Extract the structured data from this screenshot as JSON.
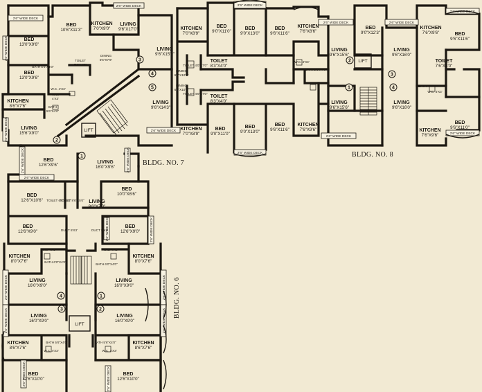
{
  "colors": {
    "background": "#f2ead3",
    "ink": "#1c1812",
    "deck": "#f7f2e2"
  },
  "buildings": {
    "b7": "BLDG. NO. 7",
    "b8": "BLDG. NO. 8",
    "b6": "BLDG. NO. 6"
  },
  "deck_label": "2'6\" WIDE DECK",
  "lift_label": "LIFT",
  "rooms": [
    {
      "name": "BED",
      "dim": "10'6\"X11'3\""
    },
    {
      "name": "KITCHEN",
      "dim": "7'0\"X9'0\""
    },
    {
      "name": "LIVING",
      "dim": "9'6\"X17'0\""
    },
    {
      "name": "BED",
      "dim": "13'0\"X9'6\""
    },
    {
      "name": "TOILET",
      "dim": "7'0\"X4'0\""
    },
    {
      "name": "DINING",
      "dim": "5'6\"X7'6\""
    },
    {
      "name": "BED",
      "dim": "13'0\"X9'6\""
    },
    {
      "name": "W.C.",
      "dim": "4'X3'"
    },
    {
      "name": "KITCHEN",
      "dim": "8'6\"X7'6\""
    },
    {
      "name": "BATH",
      "dim": "5'6\"X4'0\""
    },
    {
      "name": "LIVING",
      "dim": "15'6\"X9'0\""
    },
    {
      "name": "LIVING",
      "dim": "9'6\"X15'0\""
    },
    {
      "name": "DINING",
      "dim": "6'0\"X10'6\""
    },
    {
      "name": "DINING",
      "dim": "6'0\"X10'6\""
    },
    {
      "name": "LIVING",
      "dim": "9'6\"X14'3\""
    },
    {
      "name": "KITCHEN",
      "dim": "7'0\"X8'9\""
    },
    {
      "name": "BED",
      "dim": "9'0\"X11'0\""
    },
    {
      "name": "BED",
      "dim": "9'0\"X13'0\""
    },
    {
      "name": "BED",
      "dim": "9'6\"X11'6\""
    },
    {
      "name": "KITCHEN",
      "dim": "7'6\"X8'6\""
    },
    {
      "name": "TOILET",
      "dim": "8'3\"X4'0\""
    },
    {
      "name": "TOILET",
      "dim": "8'3\"X4'0\""
    },
    {
      "name": "KITCHEN",
      "dim": "7'0\"X8'9\""
    },
    {
      "name": "BED",
      "dim": "9'0\"X11'0\""
    },
    {
      "name": "BED",
      "dim": "9'0\"X13'0\""
    },
    {
      "name": "BED",
      "dim": "9'6\"X11'6\""
    },
    {
      "name": "KITCHEN",
      "dim": "7'6\"X9'6\""
    },
    {
      "name": "BED",
      "dim": "9'0\"X12'3\""
    },
    {
      "name": "LIVING",
      "dim": "9'6\"X15'6\""
    },
    {
      "name": "LIVING",
      "dim": "9'6\"X15'6\""
    },
    {
      "name": "KITCHEN",
      "dim": "7'6\"X9'6\""
    },
    {
      "name": "BED",
      "dim": "9'6\"X11'6\""
    },
    {
      "name": "LIVING",
      "dim": "9'6\"X16'0\""
    },
    {
      "name": "TOILET",
      "dim": "7'6\"X4'0\""
    },
    {
      "name": "LIVING",
      "dim": "9'6\"X16'0\""
    },
    {
      "name": "KITCHEN",
      "dim": "7'6\"X9'6\""
    },
    {
      "name": "BED",
      "dim": "9'6\"X11'0\""
    },
    {
      "name": "BED",
      "dim": "12'6\"X9'6\""
    },
    {
      "name": "LIVING",
      "dim": "16'0\"X9'6\""
    },
    {
      "name": "BED",
      "dim": "12'6\"X10'6\""
    },
    {
      "name": "LIVING",
      "dim": "9'0\"X7'0\""
    },
    {
      "name": "BED",
      "dim": "10'0\"X6'6\""
    },
    {
      "name": "BED",
      "dim": "12'6\"X9'0\""
    },
    {
      "name": "BED",
      "dim": "12'6\"X9'0\""
    },
    {
      "name": "KITCHEN",
      "dim": "8'0\"X7'6\""
    },
    {
      "name": "KITCHEN",
      "dim": "8'0\"X7'6\""
    },
    {
      "name": "LIVING",
      "dim": "16'0\"X9'0\""
    },
    {
      "name": "LIVING",
      "dim": "16'0\"X9'0\""
    },
    {
      "name": "LIVING",
      "dim": "16'0\"X9'0\""
    },
    {
      "name": "LIVING",
      "dim": "16'0\"X9'0\""
    },
    {
      "name": "KITCHEN",
      "dim": "8'6\"X7'6\""
    },
    {
      "name": "KITCHEN",
      "dim": "8'6\"X7'6\""
    },
    {
      "name": "BED",
      "dim": "12'6\"X10'0\""
    },
    {
      "name": "BED",
      "dim": "12'6\"X10'0\""
    }
  ],
  "small_labels": [
    "W.C. 4'X3'",
    "BATH 5'6\"X4'0\"",
    "TOILET 6'6\"X5'0\"",
    "TOILET 8'6\"X5'0\"",
    "W.C. 4'X3'",
    "W.C. 4'X3'",
    "BATH 6'0\"X4'0\"",
    "BATH 6'0\"X4'0\"",
    "BATH 5'6\"X4'0\"",
    "BATH 5'6\"X4'0\"",
    "W.C. 4'X3'",
    "W.C. 4'X3'",
    "W.C. 4'X3'",
    "BATH 5'6\"X4'0\"",
    "W.C. 4'X3'",
    "BATH",
    "TOILET 4'0\"X7'0\"",
    "TOILET 4'0\"X7'0\"",
    "DUCT 5'X3'",
    "DUCT 5'X3'"
  ],
  "unit_numbers": [
    "1",
    "2",
    "3",
    "4",
    "5",
    "1",
    "2",
    "3",
    "4",
    "1",
    "2",
    "3",
    "4"
  ]
}
